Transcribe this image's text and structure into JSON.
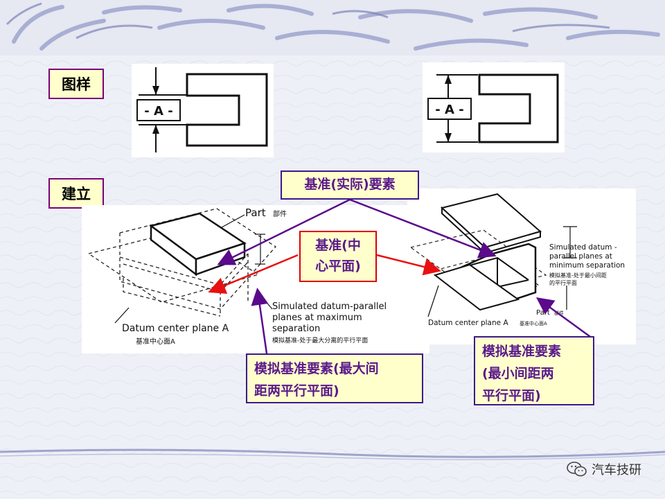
{
  "labels": {
    "drawing": "图样",
    "establish": "建立",
    "datum_actual": "基准(实际)要素",
    "datum_center": [
      "基准(中",
      "心平面)"
    ],
    "sim_max": [
      "模拟基准要素(最大间",
      "距两平行平面)"
    ],
    "sim_min": [
      "模拟基准要素",
      "(最小间距两",
      "平行平面)"
    ]
  },
  "diagram_left": {
    "part": "Part",
    "part_cn": "部件",
    "sim_planes": [
      "Simulated datum-parallel",
      "planes at maximum",
      "separation"
    ],
    "sim_planes_cn": "模拟基准-处于最大分离的平行平面",
    "datum_plane": "Datum center plane A",
    "datum_plane_cn": "基准中心面A"
  },
  "diagram_right": {
    "sim_planes": [
      "Simulated datum -",
      "parallel planes at",
      "minimum separation"
    ],
    "sim_planes_cn": [
      "模拟基准-处于最小间距",
      "的平行平面"
    ],
    "part": "Part",
    "part_cn": "部件",
    "datum_plane": "Datum center plane A",
    "datum_plane_cn": "基准中心面A"
  },
  "symbols": {
    "datum_letter": "- A -"
  },
  "watermark": "汽车技研",
  "colors": {
    "purple_arrow": "#5a0a8a",
    "red_arrow": "#e81010",
    "box_fill": "#ffffcc"
  }
}
